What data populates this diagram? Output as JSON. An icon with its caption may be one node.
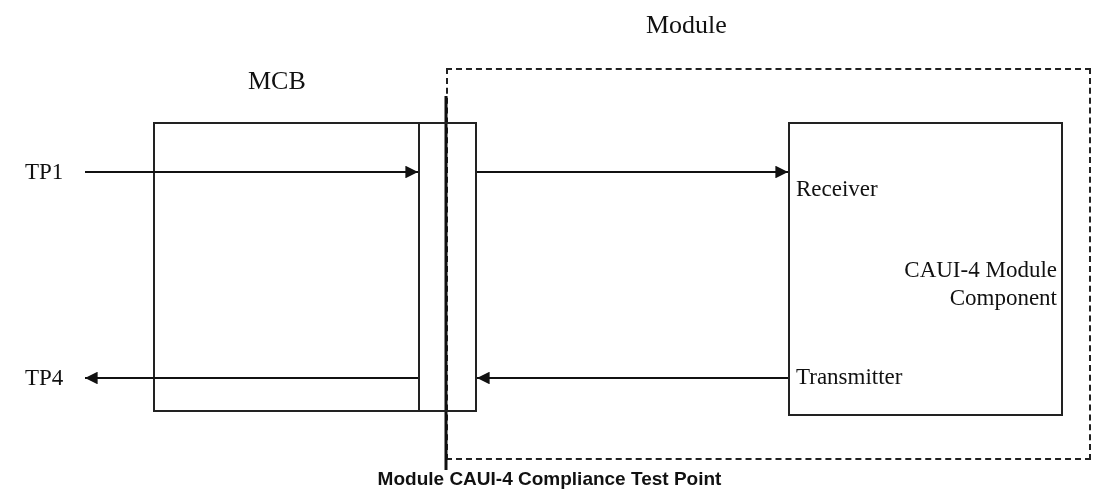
{
  "diagram": {
    "caption": "Module CAUI-4 Compliance Test Point",
    "nodes": [
      {
        "text": [
          "Module"
        ]
      },
      {
        "text": [
          "MCB"
        ]
      },
      {
        "text": [],
        "shape": "box",
        "in": 1
      },
      {
        "text": [
          "Receiver",
          "CAUI-4 Module Component",
          "Transmitter"
        ],
        "in": 0
      },
      {
        "text": [
          "TP1"
        ]
      },
      {
        "text": [
          "TP4"
        ]
      }
    ],
    "edges": [
      {
        "from": 4,
        "to": 2,
        "arrow": "to"
      },
      {
        "from": 2,
        "to": 3,
        "arrow": "to"
      },
      {
        "from": 3,
        "to": 2,
        "arrow": "to"
      },
      {
        "from": 2,
        "to": 5,
        "arrow": "to"
      }
    ]
  }
}
